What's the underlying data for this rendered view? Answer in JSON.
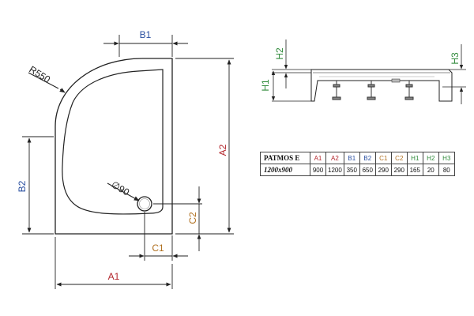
{
  "colors": {
    "line": "#222222",
    "red": "#b3262c",
    "blue": "#2a4fa0",
    "orange": "#b07020",
    "green": "#2f8a3a"
  },
  "labels": {
    "a1": "A1",
    "a2": "A2",
    "b1": "B1",
    "b2": "B2",
    "c1": "C1",
    "c2": "C2",
    "h1": "H1",
    "h2": "H2",
    "h3": "H3",
    "radius": "R550",
    "drain": "∅90"
  },
  "table": {
    "model": "PATMOS E",
    "size": "1200x900",
    "headers": [
      "A1",
      "A2",
      "B1",
      "B2",
      "C1",
      "C2",
      "H1",
      "H2",
      "H3"
    ],
    "header_colors": [
      "red",
      "red",
      "blue",
      "blue",
      "orange",
      "orange",
      "green",
      "green",
      "green"
    ],
    "values": [
      "900",
      "1200",
      "350",
      "650",
      "290",
      "290",
      "165",
      "20",
      "80"
    ]
  }
}
